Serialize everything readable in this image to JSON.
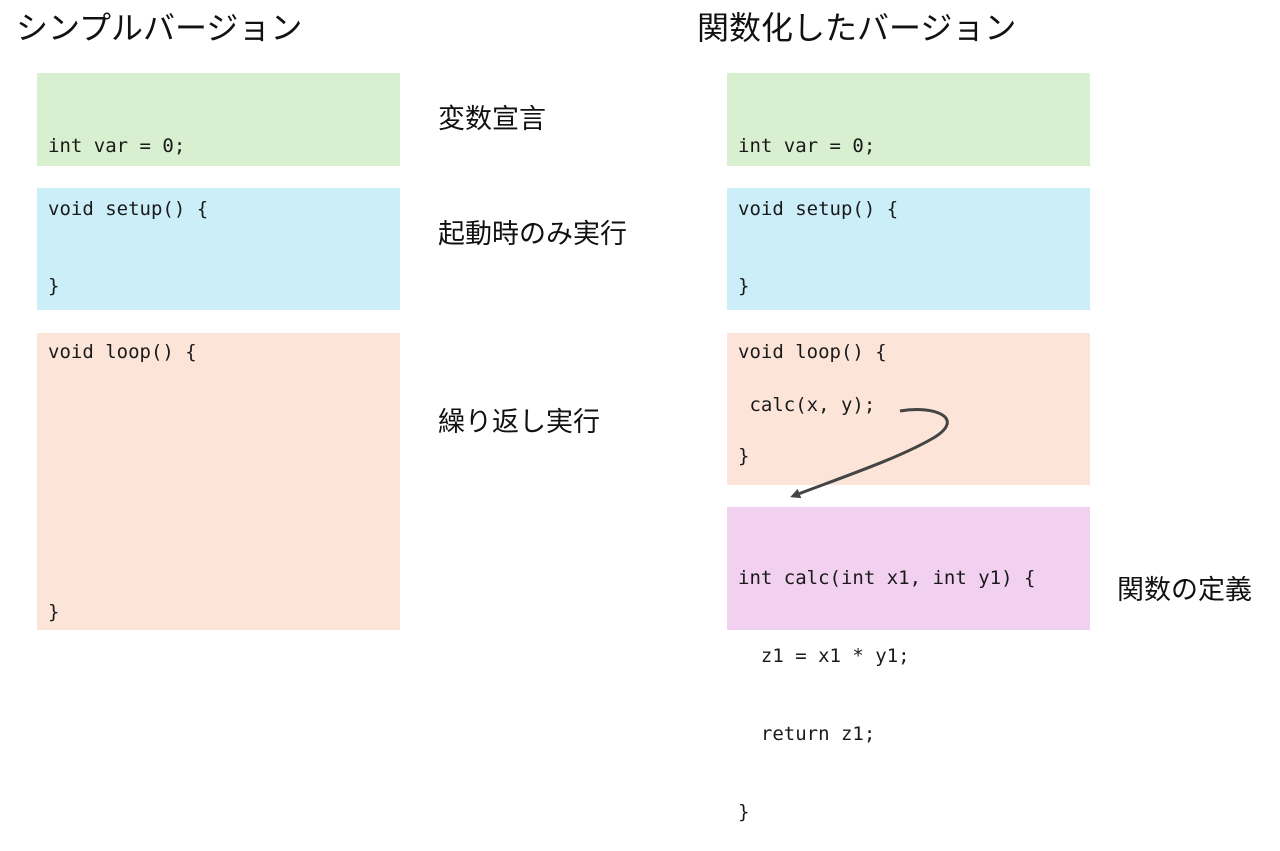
{
  "headings": {
    "simple": "シンプルバージョン",
    "function": "関数化したバージョン"
  },
  "simple": {
    "var_decl": "int var = 0;",
    "setup_open": "void setup() {",
    "setup_close": "}",
    "loop_open": "void loop() {",
    "loop_close": "}"
  },
  "labels": {
    "var_decl": "変数宣言",
    "setup": "起動時のみ実行",
    "loop": "繰り返し実行",
    "func_def": "関数の定義"
  },
  "func_version": {
    "var_decl": "int var = 0;",
    "setup_open": "void setup() {",
    "setup_close": "}",
    "loop_open": "void loop() {",
    "loop_call": " calc(x, y);",
    "loop_close": "}",
    "calc_lines": [
      "int calc(int x1, int y1) {",
      "  z1 = x1 * y1;",
      "  return z1;",
      "}"
    ]
  },
  "colors": {
    "var_block": "#d8f0d0",
    "setup_block": "#cbeef9",
    "loop_block": "#fce4d8",
    "func_block": "#f2d0ef",
    "arrow": "#444444"
  }
}
